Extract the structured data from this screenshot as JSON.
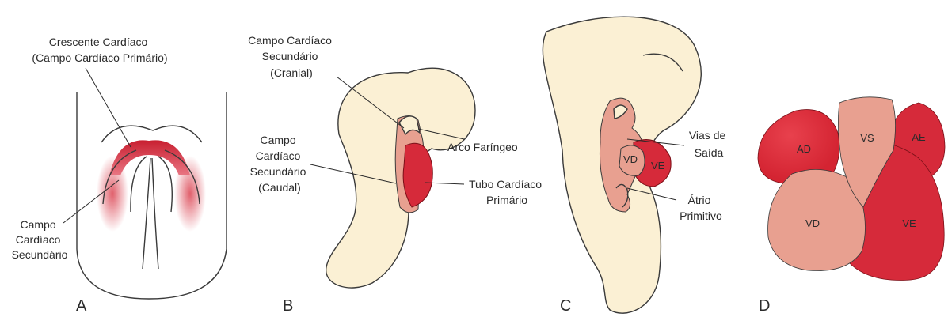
{
  "panels": {
    "a": {
      "letter": "A",
      "crescent_label": [
        "Crescente Cardíaco",
        "(Campo Cardíaco Primário)"
      ],
      "secondary_label": [
        "Campo",
        "Cardíaco",
        "Secundário"
      ]
    },
    "b": {
      "letter": "B",
      "cranial_label": [
        "Campo Cardíaco",
        "Secundário",
        "(Cranial)"
      ],
      "caudal_label": [
        "Campo",
        "Cardíaco",
        "Secundário",
        "(Caudal)"
      ],
      "arch_label": "Arco Faríngeo",
      "tube_label": [
        "Tubo Cardíaco",
        "Primário"
      ]
    },
    "c": {
      "letter": "C",
      "outflow_label": [
        "Vias de",
        "Saída"
      ],
      "atrium_label": [
        "Átrio",
        "Primitivo"
      ],
      "vd": "VD",
      "ve": "VE"
    },
    "d": {
      "letter": "D",
      "ad": "AD",
      "vs": "VS",
      "ae": "AE",
      "vd": "VD",
      "ve": "VE"
    }
  },
  "colors": {
    "embryo": "#fbf0d4",
    "primary_field": "#d62a3a",
    "secondary_field": "#e8a090",
    "background": "#ffffff"
  }
}
